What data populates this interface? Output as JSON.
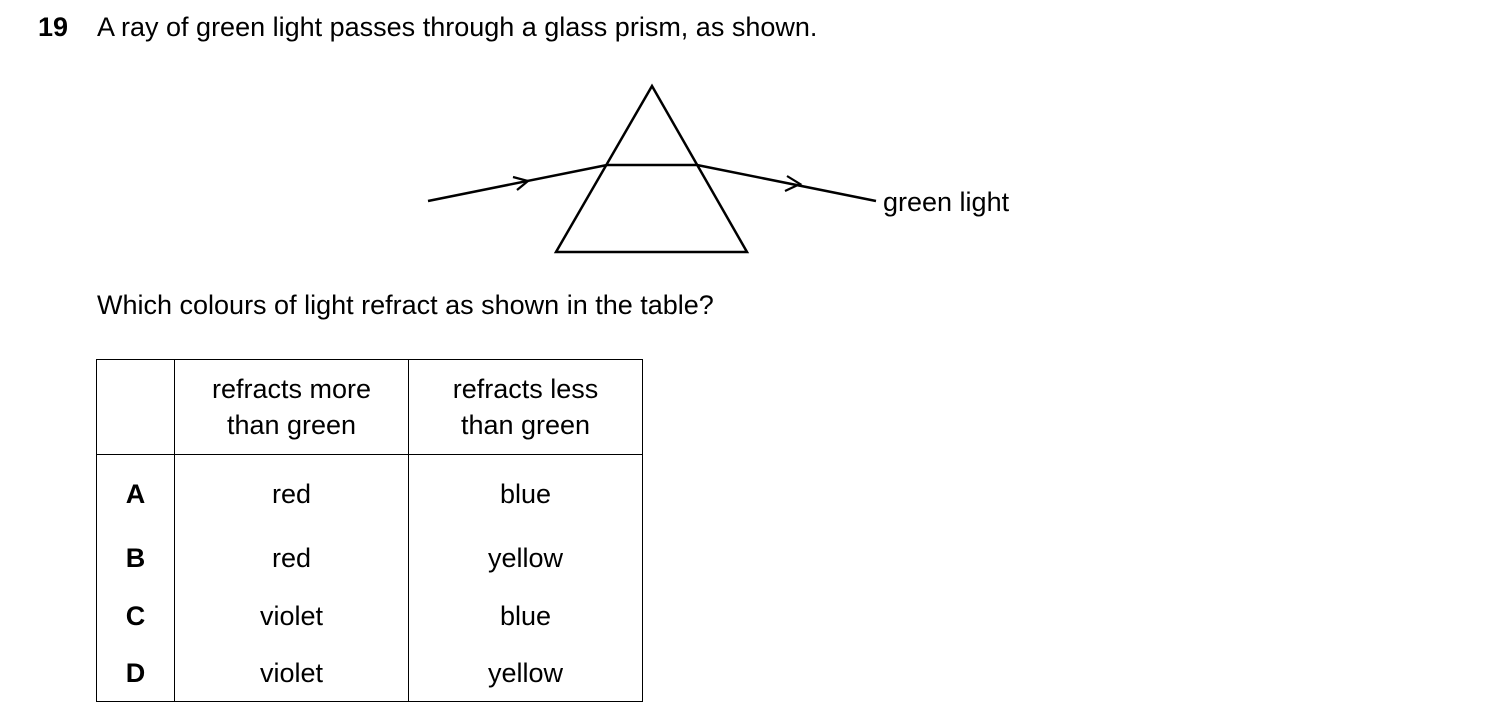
{
  "question": {
    "number": "19",
    "stem": "A ray of green light passes through a glass prism, as shown.",
    "prompt": "Which colours of light refract as shown in the table?"
  },
  "diagram": {
    "ray_label": "green light"
  },
  "table": {
    "headers": [
      "",
      "refracts more",
      "than green",
      "refracts less",
      "than green"
    ],
    "header_more_line1": "refracts more",
    "header_more_line2": "than green",
    "header_less_line1": "refracts less",
    "header_less_line2": "than green",
    "rows": [
      {
        "letter": "A",
        "more": "red",
        "less": "blue"
      },
      {
        "letter": "B",
        "more": "red",
        "less": "yellow"
      },
      {
        "letter": "C",
        "more": "violet",
        "less": "blue"
      },
      {
        "letter": "D",
        "more": "violet",
        "less": "yellow"
      }
    ]
  }
}
